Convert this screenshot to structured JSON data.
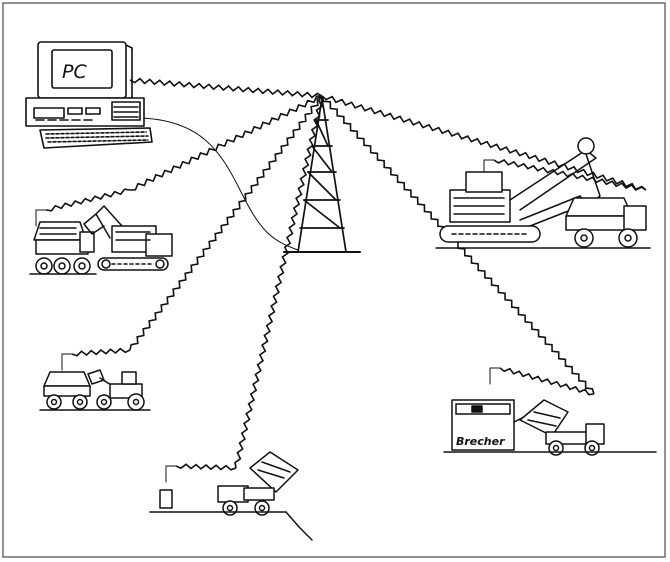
{
  "figure": {
    "background": "#ffffff",
    "ink": "#111111",
    "frame_color": "#4a4a4a"
  },
  "labels": {
    "computer_screen": "PC",
    "crusher_building": "Brecher"
  },
  "nodes": [
    {
      "id": "pc",
      "icon": "desktop-computer-icon"
    },
    {
      "id": "radio-tower",
      "icon": "radio-tower-icon"
    },
    {
      "id": "shovel-truck-left",
      "icon": "excavator-and-truck-icon"
    },
    {
      "id": "excavator-truck-right",
      "icon": "bucket-excavator-and-truck-icon"
    },
    {
      "id": "loader-truck",
      "icon": "wheel-loader-and-truck-icon"
    },
    {
      "id": "dump-truck",
      "icon": "dump-truck-icon"
    },
    {
      "id": "crusher-station",
      "icon": "crusher-station-icon"
    }
  ],
  "links": [
    {
      "from": "radio-tower",
      "to": "pc",
      "kind": "radio"
    },
    {
      "from": "radio-tower",
      "to": "shovel-truck-left",
      "kind": "radio"
    },
    {
      "from": "radio-tower",
      "to": "excavator-truck-right",
      "kind": "radio"
    },
    {
      "from": "radio-tower",
      "to": "loader-truck",
      "kind": "radio"
    },
    {
      "from": "radio-tower",
      "to": "dump-truck",
      "kind": "radio"
    },
    {
      "from": "radio-tower",
      "to": "crusher-station",
      "kind": "radio"
    },
    {
      "from": "pc",
      "to": "radio-tower",
      "kind": "cable"
    }
  ]
}
